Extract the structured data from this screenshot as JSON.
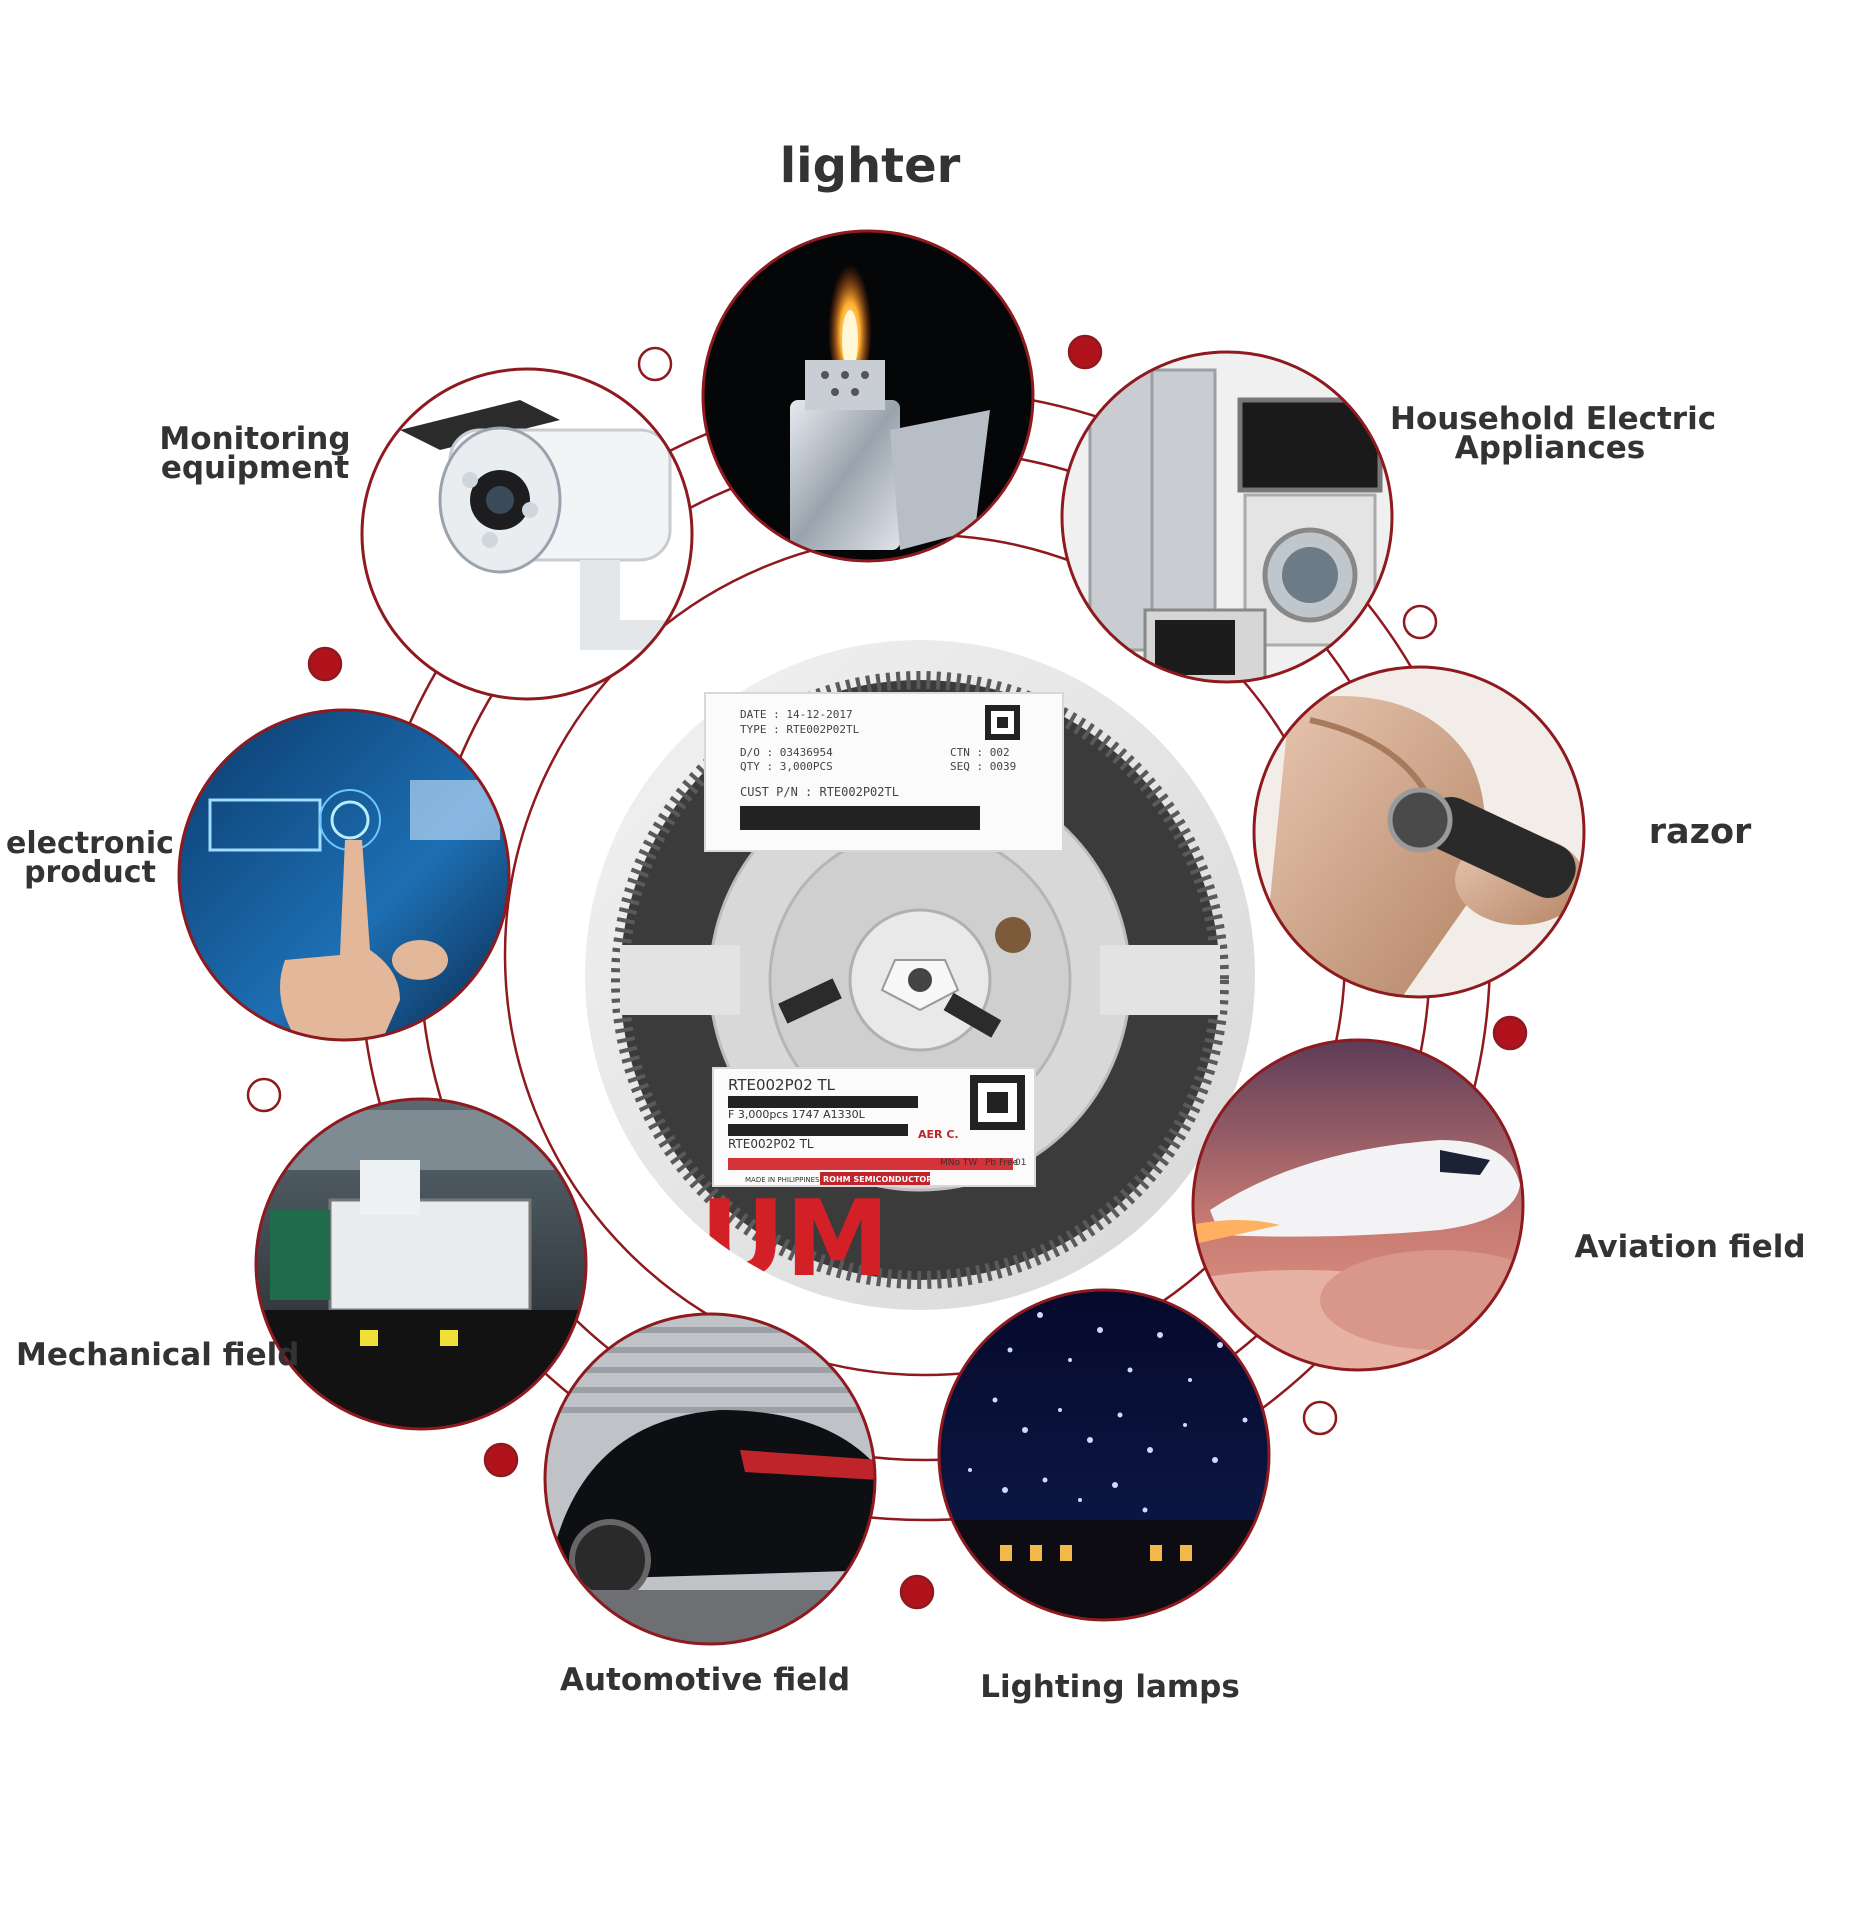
{
  "colors": {
    "accent_red": "#b0131b",
    "dot_red": "#b0131b",
    "ring_stroke": "#8e1a1f",
    "label_text": "#333333"
  },
  "center_reel": {
    "label_top": {
      "date": "DATE : 14-12-2017",
      "type": "TYPE : RTE002P02TL",
      "do": "D/O : 03436954",
      "qty": "QTY : 3,000PCS",
      "ctn": "CTN : 002",
      "seq": "SEQ : 0039",
      "cust_pn": "CUST P/N : RTE002P02TL"
    },
    "label_bottom": {
      "part": "RTE002P02 TL",
      "line2": "F 3,000pcs 1747 A1330L",
      "part2": "RTE002P02 TL",
      "aer": "AER C.",
      "made_in": "MADE IN PHILIPPINES",
      "brand": "ROHM SEMICONDUCTOR",
      "mno": "MNo TW",
      "pb": "Pb Free",
      "code": "01"
    },
    "brand_big": "UM"
  },
  "applications": [
    {
      "label": "lighter",
      "icon": "lighter-icon"
    },
    {
      "label": "Household Electric Appliances",
      "line1": "Household Electric",
      "line2": "Appliances",
      "icon": "appliances-icon"
    },
    {
      "label": "razor",
      "icon": "razor-icon"
    },
    {
      "label": "Aviation field",
      "icon": "airplane-icon"
    },
    {
      "label": "Lighting lamps",
      "icon": "lamp-icon"
    },
    {
      "label": "Automotive field",
      "icon": "car-icon"
    },
    {
      "label": "Mechanical field",
      "icon": "machine-icon"
    },
    {
      "label": "electronic product",
      "line1": "electronic",
      "line2": "product",
      "icon": "touch-icon"
    },
    {
      "label": "Monitoring equipment",
      "line1": "Monitoring",
      "line2": "equipment",
      "icon": "camera-icon"
    }
  ]
}
